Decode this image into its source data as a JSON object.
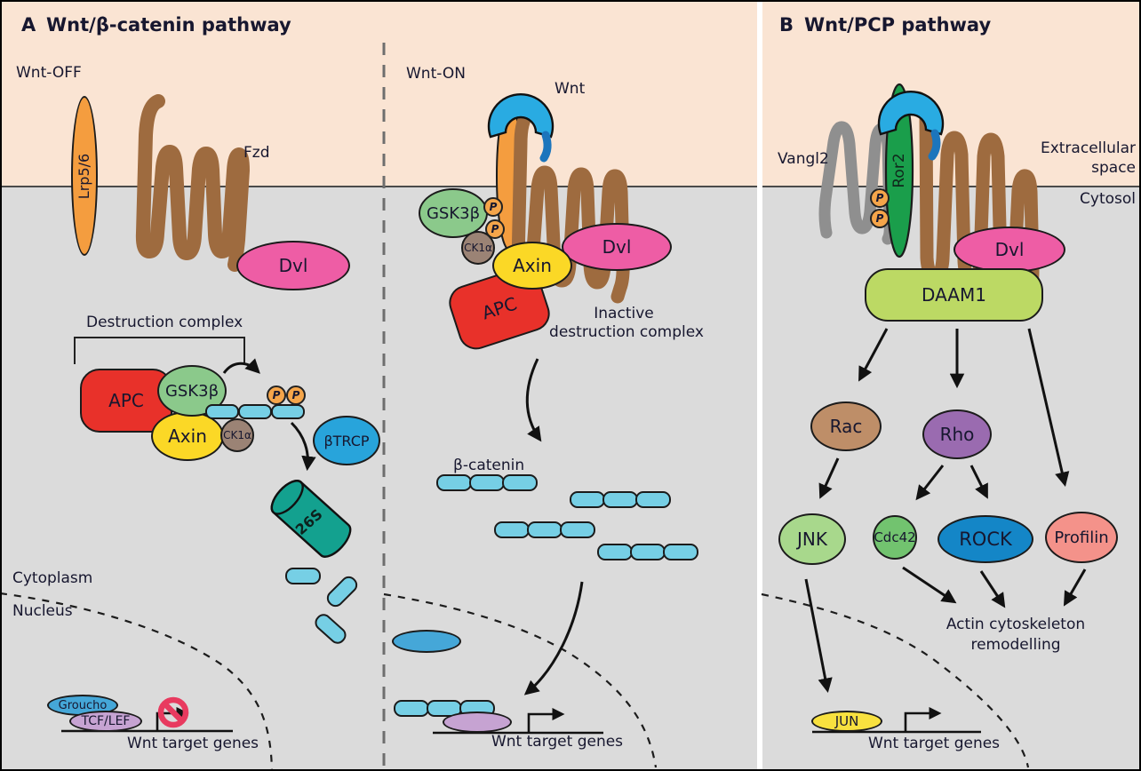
{
  "figure": {
    "panel_a": {
      "tag": "A",
      "title": "Wnt/β-catenin pathway",
      "off": {
        "state_label": "Wnt-OFF",
        "lrp56_label": "Lrp5/6",
        "fzd_label": "Fzd",
        "dvl_label": "Dvl",
        "destruction_complex_label": "Destruction complex",
        "apc_label": "APC",
        "gsk3b_label": "GSK3β",
        "axin_label": "Axin",
        "ck1a_label": "CK1α",
        "phospho_label": "P",
        "btrcp_label": "βTRCP",
        "proteasome_label": "26S",
        "cytoplasm_label": "Cytoplasm",
        "nucleus_label": "Nucleus",
        "groucho_label": "Groucho",
        "tcf_lef_label": "TCF/LEF",
        "target_genes_label": "Wnt target genes"
      },
      "on": {
        "state_label": "Wnt-ON",
        "wnt_label": "Wnt",
        "gsk3b_label": "GSK3β",
        "ck1a_label": "CK1α",
        "phospho_label": "P",
        "axin_label": "Axin",
        "dvl_label": "Dvl",
        "apc_label": "APC",
        "inactive_label_line1": "Inactive",
        "inactive_label_line2": "destruction complex",
        "beta_catenin_label": "β-catenin",
        "target_genes_label": "Wnt target genes"
      }
    },
    "panel_b": {
      "tag": "B",
      "title": "Wnt/PCP pathway",
      "vangl2_label": "Vangl2",
      "ror2_label": "Ror2",
      "phospho_label": "P",
      "extracellular_label_line1": "Extracellular",
      "extracellular_label_line2": "space",
      "cytosol_label": "Cytosol",
      "dvl_label": "Dvl",
      "daam1_label": "DAAM1",
      "rac_label": "Rac",
      "rho_label": "Rho",
      "jnk_label": "JNK",
      "cdc42_label": "Cdc42",
      "rock_label": "ROCK",
      "profilin_label": "Profilin",
      "actin_label_line1": "Actin cytoskeleton",
      "actin_label_line2": "remodelling",
      "jun_label": "JUN",
      "target_genes_label": "Wnt target genes"
    },
    "colors": {
      "extracellular_bg": "#FAE4D3",
      "cytosol_bg": "#DBDBDB",
      "membrane_line": "#4A4A4A",
      "lrp56_orange": "#F49D3F",
      "fzd_brown": "#9E6B3F",
      "dvl_pink": "#EE5DA5",
      "apc_red": "#E8312A",
      "gsk3b_green": "#8BC98B",
      "axin_yellow": "#FBD826",
      "ck1a_taupe": "#9B8375",
      "beta_catenin_blue": "#76CFE5",
      "btrcp_cyan": "#28A4DB",
      "proteasome_teal": "#13A18F",
      "groucho_blue": "#45A7D8",
      "tcf_lef_lavender": "#C6A3D2",
      "wnt_blue": "#29ABE2",
      "wnt_tail_blue": "#1C75BC",
      "vangl2_gray": "#8F8F8F",
      "ror2_green": "#1A9E4B",
      "daam1_green": "#BCD964",
      "rac_tan": "#BE8E68",
      "rho_purple": "#9A6BB0",
      "jnk_light_green": "#A8D88C",
      "cdc42_green": "#72C36F",
      "rock_blue": "#1486C7",
      "profilin_salmon": "#F4928A",
      "jun_yellow": "#F8E13F",
      "inhibition_red": "#E83A5F"
    }
  }
}
